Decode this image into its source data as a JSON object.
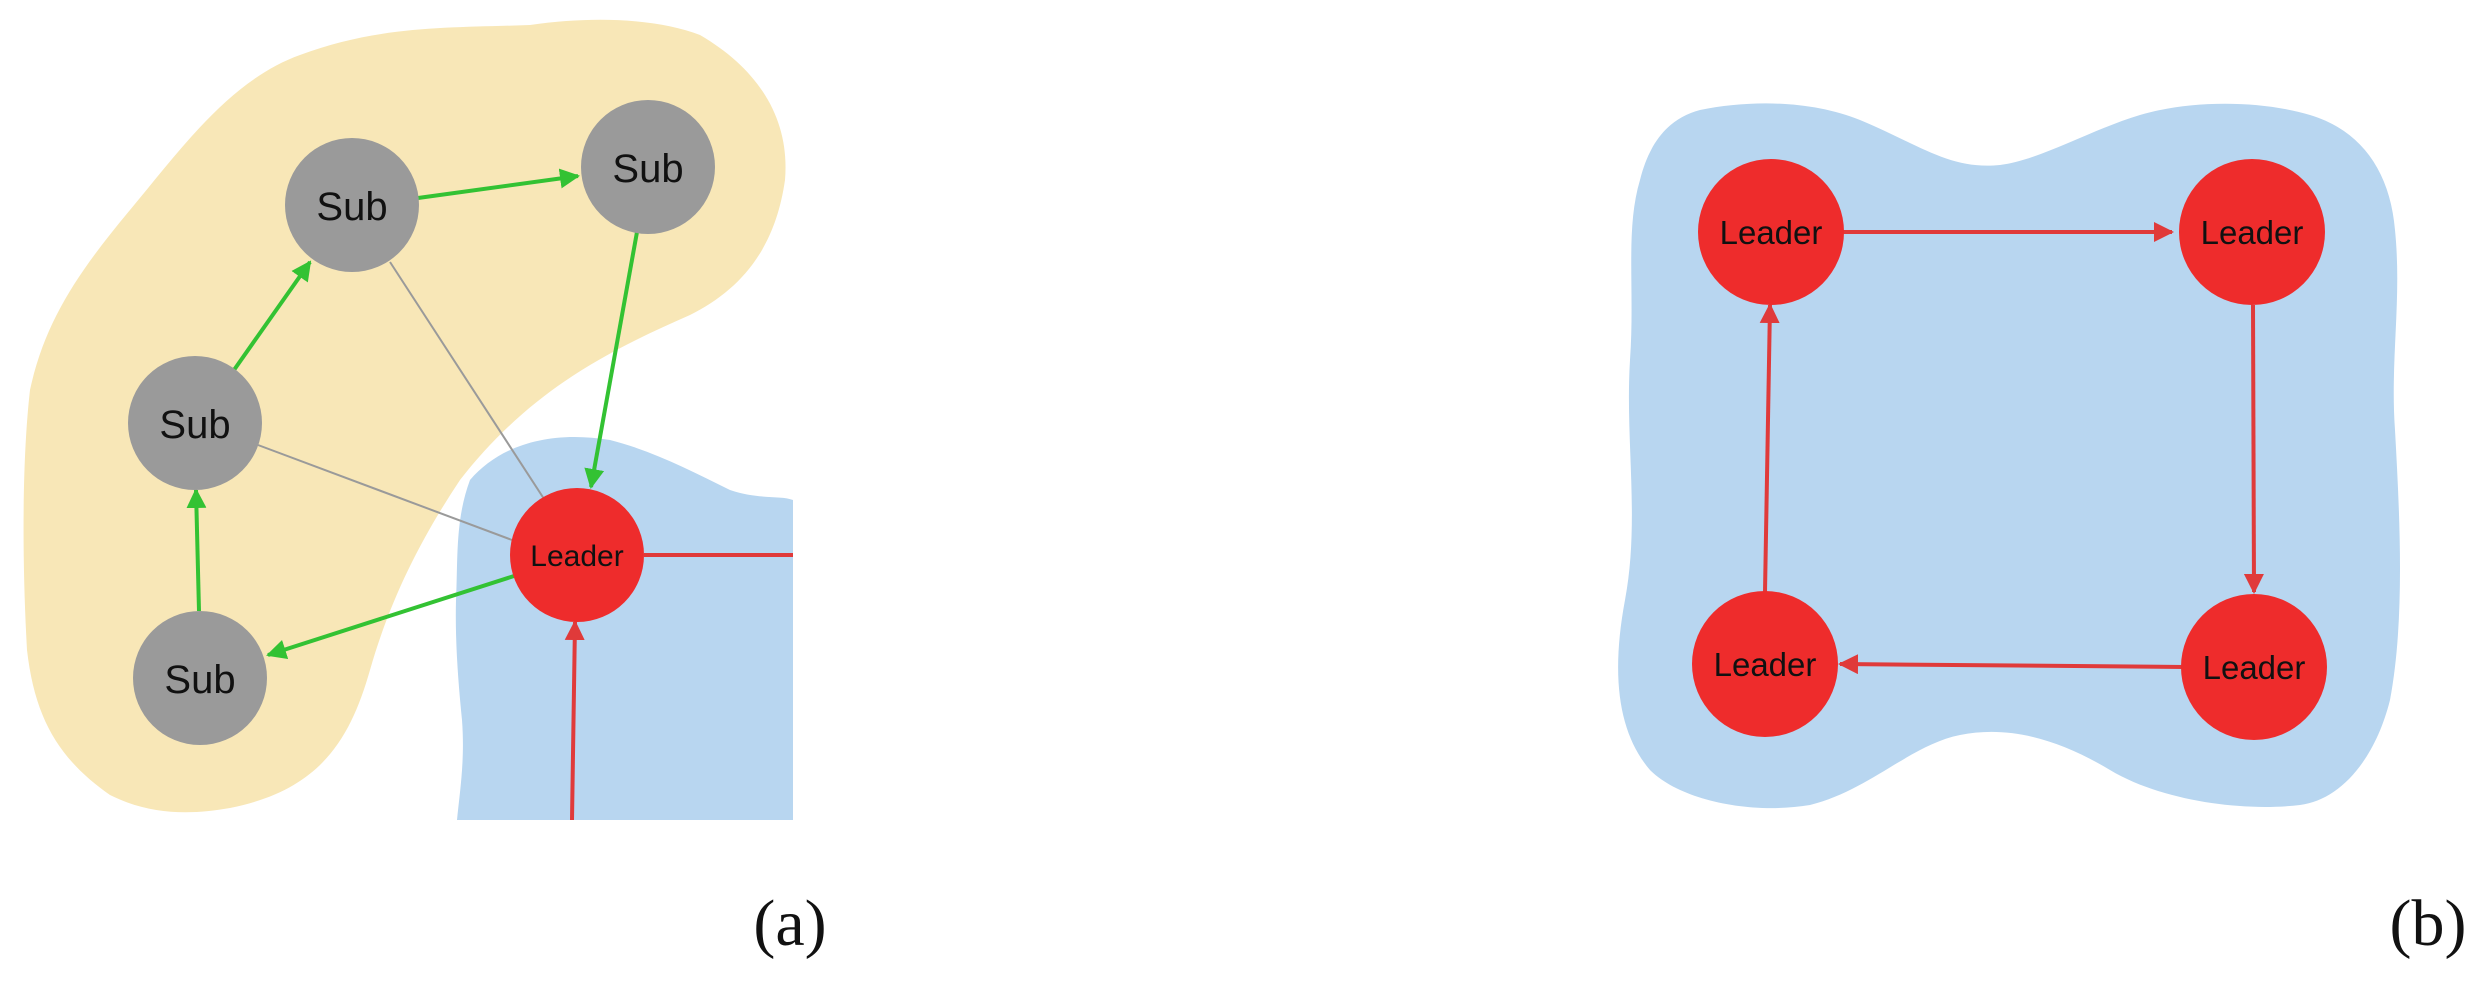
{
  "colors": {
    "leader_fill": "#EE2C2C",
    "sub_fill": "#9A9A9A",
    "region_yellow": "#F8E7B7",
    "region_blue": "#B8D6F0",
    "edge_green": "#33C233",
    "edge_red": "#E03A3A",
    "edge_gray": "#9A9A9A"
  },
  "panels": [
    {
      "label": "(a)"
    },
    {
      "label": "(b)"
    }
  ],
  "nodes": [
    {
      "id": "a-sub-1",
      "text": "Sub",
      "role": "sub"
    },
    {
      "id": "a-sub-2",
      "text": "Sub",
      "role": "sub"
    },
    {
      "id": "a-sub-3",
      "text": "Sub",
      "role": "sub"
    },
    {
      "id": "a-sub-4",
      "text": "Sub",
      "role": "sub"
    },
    {
      "id": "a-leader",
      "text": "Leader",
      "role": "leader"
    },
    {
      "id": "b-leader-1",
      "text": "Leader",
      "role": "leader"
    },
    {
      "id": "b-leader-2",
      "text": "Leader",
      "role": "leader"
    },
    {
      "id": "b-leader-3",
      "text": "Leader",
      "role": "leader"
    },
    {
      "id": "b-leader-4",
      "text": "Leader",
      "role": "leader"
    }
  ],
  "edges": [
    {
      "from": "a-sub-4",
      "to": "a-sub-3",
      "kind": "green-arrow"
    },
    {
      "from": "a-sub-3",
      "to": "a-sub-1",
      "kind": "green-arrow"
    },
    {
      "from": "a-sub-1",
      "to": "a-sub-2",
      "kind": "green-arrow"
    },
    {
      "from": "a-sub-2",
      "to": "a-leader",
      "kind": "green-arrow"
    },
    {
      "from": "a-leader",
      "to": "a-sub-4",
      "kind": "green-arrow"
    },
    {
      "from": "a-sub-1",
      "to": "a-leader",
      "kind": "gray-line"
    },
    {
      "from": "a-sub-3",
      "to": "a-leader",
      "kind": "gray-line"
    },
    {
      "from": "b-leader-1",
      "to": "b-leader-2",
      "kind": "red-arrow"
    },
    {
      "from": "b-leader-2",
      "to": "b-leader-3",
      "kind": "red-arrow"
    },
    {
      "from": "b-leader-3",
      "to": "b-leader-4",
      "kind": "red-arrow"
    },
    {
      "from": "b-leader-4",
      "to": "b-leader-1",
      "kind": "red-arrow"
    }
  ]
}
